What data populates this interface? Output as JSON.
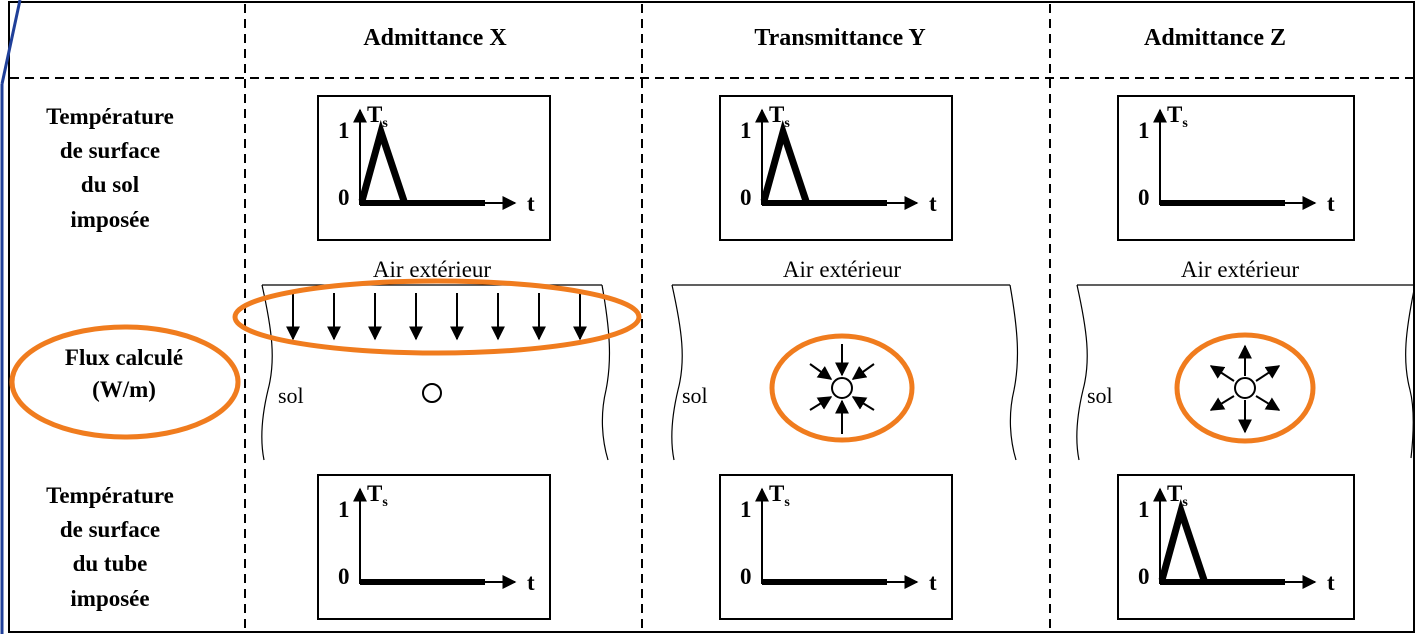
{
  "columns": [
    {
      "title": "Admittance X",
      "air_label": "Air extérieur",
      "sol_label": "sol"
    },
    {
      "title": "Transmittance Y",
      "air_label": "Air extérieur",
      "sol_label": "sol"
    },
    {
      "title": "Admittance Z",
      "air_label": "Air extérieur",
      "sol_label": "sol"
    }
  ],
  "rows": {
    "surface": [
      "Température",
      "de surface",
      "du sol",
      "imposée"
    ],
    "flux": [
      "Flux calculé",
      "(W/m)"
    ],
    "tube": [
      "Température",
      "de surface",
      "du tube",
      "imposée"
    ]
  },
  "graph_labels": {
    "y_top": "1",
    "y_origin": "0",
    "x_axis": "t",
    "y_axis_main": "T",
    "y_axis_sub": "s"
  },
  "pulses": {
    "surface": [
      true,
      true,
      false
    ],
    "tube": [
      false,
      false,
      true
    ]
  },
  "flux_types": [
    "downward-arrows",
    "converging",
    "diverging"
  ],
  "colors": {
    "highlight": "#f07c1e",
    "line": "#000000",
    "border": "#1f3f99"
  }
}
